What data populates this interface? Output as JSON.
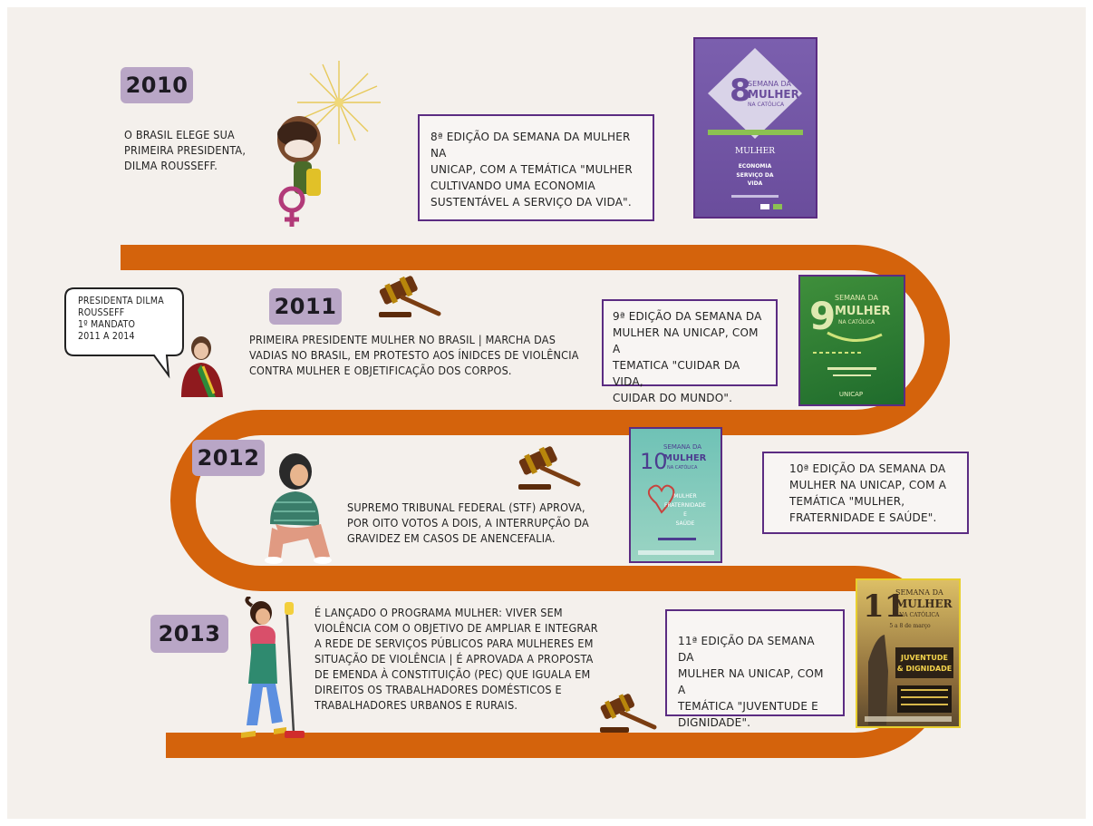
{
  "years": {
    "y2010": "2010",
    "y2011": "2011",
    "y2012": "2012",
    "y2013": "2013"
  },
  "events": {
    "e2010": [
      "O BRASIL ELEGE SUA",
      "PRIMEIRA PRESIDENTA,",
      "DILMA ROUSSEFF."
    ],
    "e2011": [
      "PRIMEIRA PRESIDENTE MULHER NO BRASIL | MARCHA DAS",
      "VADIAS NO BRASIL, EM PROTESTO AOS ÍNIDCES DE VIOLÊNCIA",
      "CONTRA MULHER E OBJETIFICAÇÃO DOS CORPOS."
    ],
    "e2012": [
      "SUPREMO TRIBUNAL FEDERAL (STF) APROVA,",
      "POR OITO VOTOS A DOIS, A INTERRUPÇÃO DA",
      "GRAVIDEZ EM CASOS DE ANENCEFALIA."
    ],
    "e2013": [
      "É LANÇADO O PROGRAMA MULHER: VIVER SEM",
      "VIOLÊNCIA COM O OBJETIVO DE AMPLIAR E INTEGRAR",
      "A REDE DE SERVIÇOS PÚBLICOS PARA MULHERES EM",
      "SITUAÇÃO DE VIOLÊNCIA | É APROVADA A PROPOSTA",
      "DE EMENDA À CONSTITUIÇÃO (PEC) QUE IGUALA EM",
      "DIREITOS OS TRABALHADORES DOMÉSTICOS E",
      "TRABALHADORES URBANOS E RURAIS."
    ]
  },
  "editions": {
    "ed8": [
      "8ª EDIÇÃO DA SEMANA DA MULHER NA",
      "UNICAP, COM A TEMÁTICA \"MULHER",
      "CULTIVANDO UMA ECONOMIA",
      "SUSTENTÁVEL A SERVIÇO DA VIDA\"."
    ],
    "ed9": [
      "9ª EDIÇÃO DA SEMANA DA",
      "MULHER NA UNICAP, COM A",
      "TEMATICA \"CUIDAR DA VIDA,",
      "CUIDAR DO MUNDO\"."
    ],
    "ed10": [
      "10ª EDIÇÃO DA SEMANA DA",
      "MULHER NA UNICAP, COM A",
      "TEMÁTICA \"MULHER,",
      "FRATERNIDADE E SAÚDE\"."
    ],
    "ed11": [
      "11ª EDIÇÃO DA SEMANA DA",
      "MULHER NA UNICAP, COM A",
      "TEMÁTICA \"JUVENTUDE E",
      "DIGNIDADE\"."
    ]
  },
  "speech_bubble": [
    "PRESIDENTA DILMA",
    "ROUSSEFF",
    "1º MANDATO",
    "2011 A 2014"
  ],
  "posters": {
    "p8": {
      "number": "8",
      "line1": "SEMANA DA",
      "line2": "MULHER",
      "line3": "NA CATÓLICA",
      "theme": "MULHER",
      "theme2": "ECONOMIA",
      "theme3": "SERVIÇO DA",
      "theme4": "VIDA"
    },
    "p9": {
      "number": "9",
      "line1": "SEMANA DA",
      "line2": "MULHER",
      "line3": "NA CATÓLICA",
      "brand": "UNICAP"
    },
    "p10": {
      "number": "10",
      "line1": "SEMANA DA",
      "line2": "MULHER",
      "line3": "NA CATÓLICA",
      "theme": "MULHER",
      "theme2": "FRATERNIDADE",
      "theme3": "E",
      "theme4": "SAÚDE"
    },
    "p11": {
      "number": "11",
      "line1": "SEMANA DA",
      "line2": "MULHER",
      "line3": "NA CATÓLICA",
      "date": "5 a 8 de março",
      "theme": "JUVENTUDE",
      "theme2": "& DIGNIDADE"
    }
  },
  "colors": {
    "road": "#d4630c",
    "year_badge": "#b9a6c6",
    "box_border": "#5b2c82",
    "background": "#f4f0ec"
  },
  "icons": [
    "gavel-icon",
    "fireworks-icon",
    "speech-bubble-icon",
    "broom-icon"
  ]
}
